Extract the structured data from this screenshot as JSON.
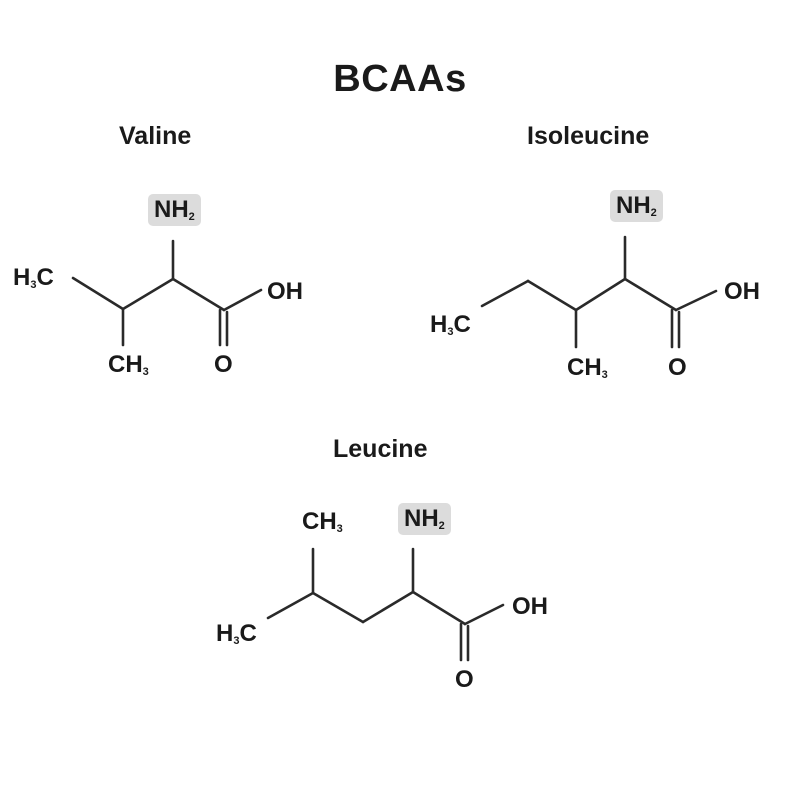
{
  "title": "BCAAs",
  "molecules": {
    "valine": {
      "name": "Valine",
      "amine": {
        "main": "NH",
        "sub": "2"
      },
      "methyl_left": {
        "pre": "H",
        "sub": "3",
        "post": "C"
      },
      "methyl_down": {
        "main": "CH",
        "sub": "3"
      },
      "hydroxyl": "OH",
      "carbonyl_o": "O"
    },
    "isoleucine": {
      "name": "Isoleucine",
      "amine": {
        "main": "NH",
        "sub": "2"
      },
      "methyl_left": {
        "pre": "H",
        "sub": "3",
        "post": "C"
      },
      "methyl_down": {
        "main": "CH",
        "sub": "3"
      },
      "hydroxyl": "OH",
      "carbonyl_o": "O"
    },
    "leucine": {
      "name": "Leucine",
      "amine": {
        "main": "NH",
        "sub": "2"
      },
      "methyl_left": {
        "pre": "H",
        "sub": "3",
        "post": "C"
      },
      "methyl_up": {
        "main": "CH",
        "sub": "3"
      },
      "hydroxyl": "OH",
      "carbonyl_o": "O"
    }
  },
  "colors": {
    "amine_highlight": "#dcdcdc",
    "bond": "#2a2a2a",
    "text": "#1a1a1a"
  }
}
